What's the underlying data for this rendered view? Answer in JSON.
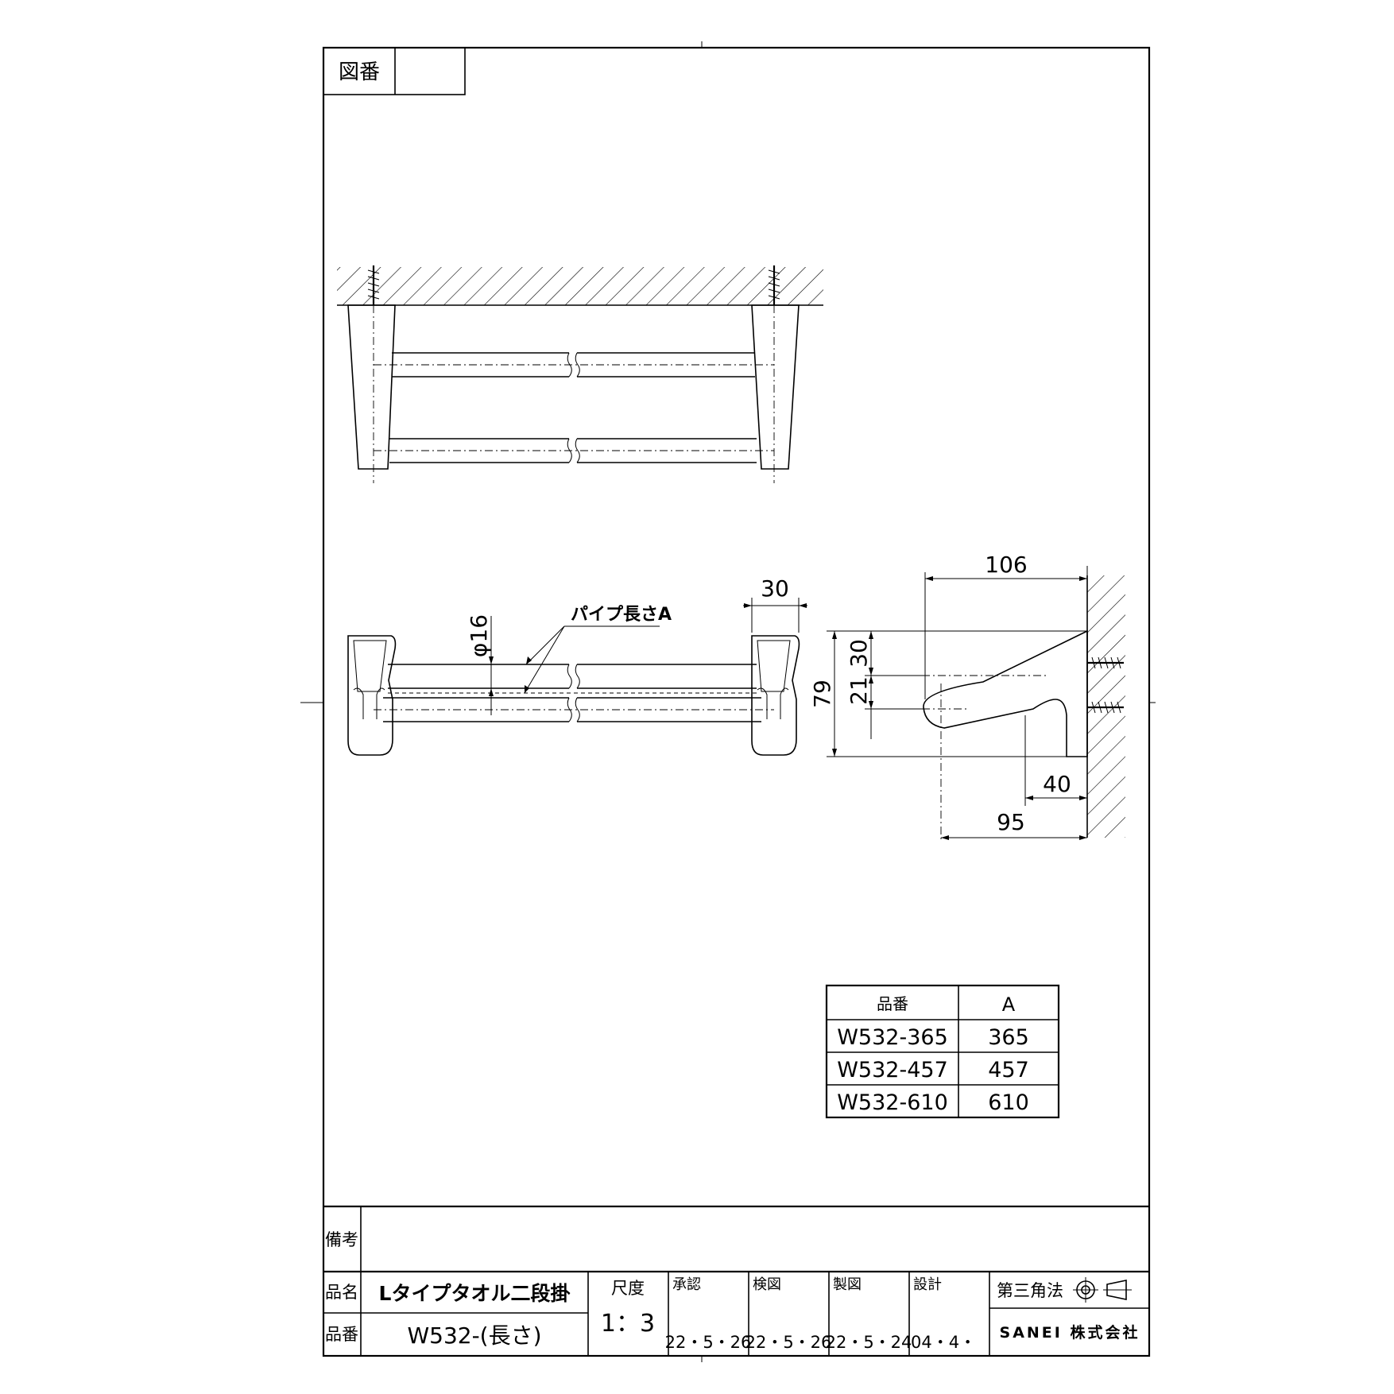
{
  "drawing_number_label": "図番",
  "drawing_number_value": "",
  "dimensions": {
    "d106": "106",
    "d30": "30",
    "d16": "φ16",
    "pipe_length": "パイプ長さA",
    "d79": "79",
    "d21": "21",
    "d30b": "30",
    "d40": "40",
    "d95": "95"
  },
  "variant_table": {
    "headers": [
      "品番",
      "A"
    ],
    "rows": [
      [
        "W532-365",
        "365"
      ],
      [
        "W532-457",
        "457"
      ],
      [
        "W532-610",
        "610"
      ]
    ]
  },
  "title_block": {
    "remarks_label": "備考",
    "remarks_value": "",
    "name_label": "品名",
    "name_value": "Lタイプタオル二段掛",
    "number_label": "品番",
    "number_value": "W532-(長さ)",
    "scale_label": "尺度",
    "scale_value": "1：3",
    "approval_label": "承認",
    "approval_date": "22・5・26",
    "check_label": "検図",
    "check_date": "22・5・26",
    "drafting_label": "製図",
    "drafting_date": "22・5・24",
    "design_label": "設計",
    "design_date": "04・4・",
    "projection_label": "第三角法",
    "company": "SANEI 株式会社"
  }
}
